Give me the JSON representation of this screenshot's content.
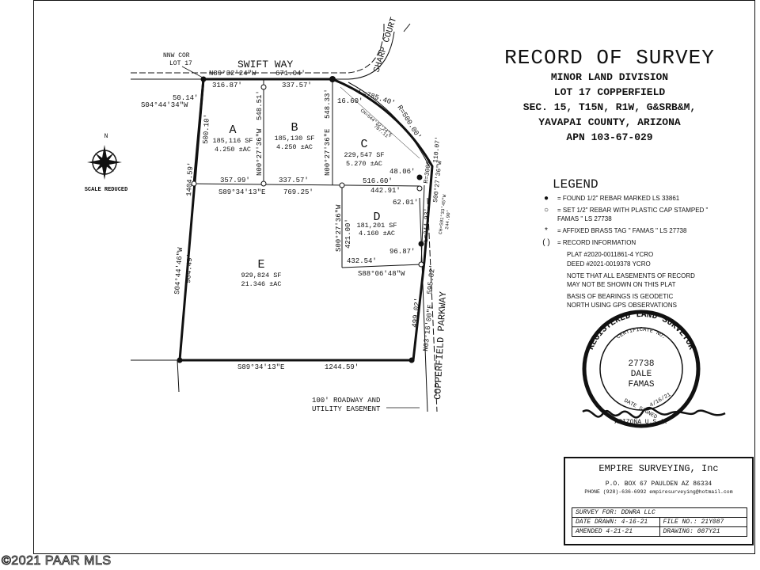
{
  "title": {
    "main": "RECORD OF SURVEY",
    "lines": [
      "MINOR LAND DIVISION",
      "LOT 17 COPPERFIELD",
      "SEC. 15, T15N, R1W, G&SRB&M,",
      "YAVAPAI COUNTY, ARIZONA",
      "APN 103-67-029"
    ]
  },
  "plat": {
    "north": "N",
    "scale": "SCALE REDUCED",
    "corner_label_1": "NNW COR",
    "corner_label_2": "LOT 17",
    "roads": {
      "swift": "SWIFT WAY",
      "sharp": "SHARP COURT",
      "copperfield": "COPPERFIELD PARKWAY"
    },
    "easement_1": "100' ROADWAY AND",
    "easement_2": "UTILITY EASEMENT",
    "lots": [
      {
        "name": "A",
        "sf": "185,116 SF",
        "ac": "4.250 ±AC"
      },
      {
        "name": "B",
        "sf": "185,130 SF",
        "ac": "4.250 ±AC"
      },
      {
        "name": "C",
        "sf": "229,547 SF",
        "ac": "5.270 ±AC"
      },
      {
        "name": "D",
        "sf": "181,201 SF",
        "ac": "4.160 ±AC"
      },
      {
        "name": "E",
        "sf": "929,824 SF",
        "ac": "21.346 ±AC"
      }
    ],
    "dims": {
      "top_bearing": "N89°32'24\"W",
      "top_total": "671.04'",
      "top_a": "316.87'",
      "top_b": "337.57'",
      "west_tie_len": "50.14'",
      "west_tie_bearing": "S04°44'34\"W",
      "a_west": "500.10'",
      "ab_line": "N00°27'36\"W",
      "ab_len": "548.51'",
      "bc_line": "N00°27'36\"E",
      "bc_len": "548.33'",
      "curve_small": "16.60'",
      "curve_len": "L=785.40'",
      "curve_radius": "R=500.00'",
      "chord_top": "CH=S44°32'24\"E",
      "chord_top_len": "707.11'",
      "lot_c_right": "48.06'",
      "west_mid_len": "1404.59'",
      "mid_a": "357.99'",
      "mid_b": "337.57'",
      "mid_c": "516.60'",
      "mid_bearing": "S89°34'13\"E",
      "mid_total": "769.25'",
      "mid_c2": "442.91'",
      "east_r_line": "R=3000'",
      "east_bearing": "S00°27'36\"W",
      "east_len": "110.07'",
      "east_chord": "CH=S01°33'45\"W",
      "east_chord_len": "244.90'",
      "east_l": "L=244.93'",
      "small_62": "62.01'",
      "d_west_line": "S00°27'36\"W",
      "d_west_len": "421.00'",
      "d_se": "96.87'",
      "d_south_len": "432.54'",
      "d_south_bearing": "S88°06'48\"W",
      "e_west_bearing": "S04°44'46\"W",
      "e_west_len": "904.49'",
      "e_east_len": "499.02'",
      "e_east_bearing": "N03°16'00\"E",
      "e_east_total": "595.82'",
      "bottom_bearing": "S89°34'13\"E",
      "bottom_len": "1244.59'"
    }
  },
  "legend": {
    "title": "LEGEND",
    "items": [
      {
        "symbol": "●",
        "text": "= FOUND 1/2\" REBAR MARKED LS 33861"
      },
      {
        "symbol": "○",
        "text": "= SET 1/2\" REBAR WITH PLASTIC CAP STAMPED \" FAMAS \" LS 27738"
      },
      {
        "symbol": "*",
        "text": "= AFFIXED BRASS TAG \" FAMAS \" LS 27738"
      },
      {
        "symbol": "( )",
        "text": "= RECORD INFORMATION"
      }
    ],
    "record_1": "PLAT #2020-0011861-4 YCRO",
    "record_2": "DEED #2021-0019378 YCRO",
    "note_1": "NOTE THAT ALL EASEMENTS OF RECORD",
    "note_2": "MAY NOT BE SHOWN ON THIS PLAT",
    "note_3": "BASIS OF BEARINGS IS GEODETIC",
    "note_4": "NORTH USING GPS OBSERVATIONS"
  },
  "seal": {
    "arc_top": "REGISTERED LAND SURVEYOR",
    "cert": "CERTIFICATE NO.",
    "number": "27738",
    "first": "DALE",
    "last": "FAMAS",
    "date_signed": "DATE SIGNED",
    "date": "4/16/21",
    "state": "ARIZONA U.S.A."
  },
  "company": {
    "name": "EMPIRE SURVEYING, Inc",
    "address": "P.O. BOX 67  PAULDEN  AZ  86334",
    "phone": "PHONE (928)-636-6992  empiresurveying@hotmail.com",
    "survey_for": "SURVEY FOR:   DDWRA LLC",
    "date_drawn": "DATE DRAWN:   4-16-21",
    "file_no": "FILE NO.:   21Y087",
    "amended": "AMENDED 4-21-21",
    "drawing": "DRAWING:   087Y21"
  },
  "watermark": "©2021 PAAR MLS"
}
